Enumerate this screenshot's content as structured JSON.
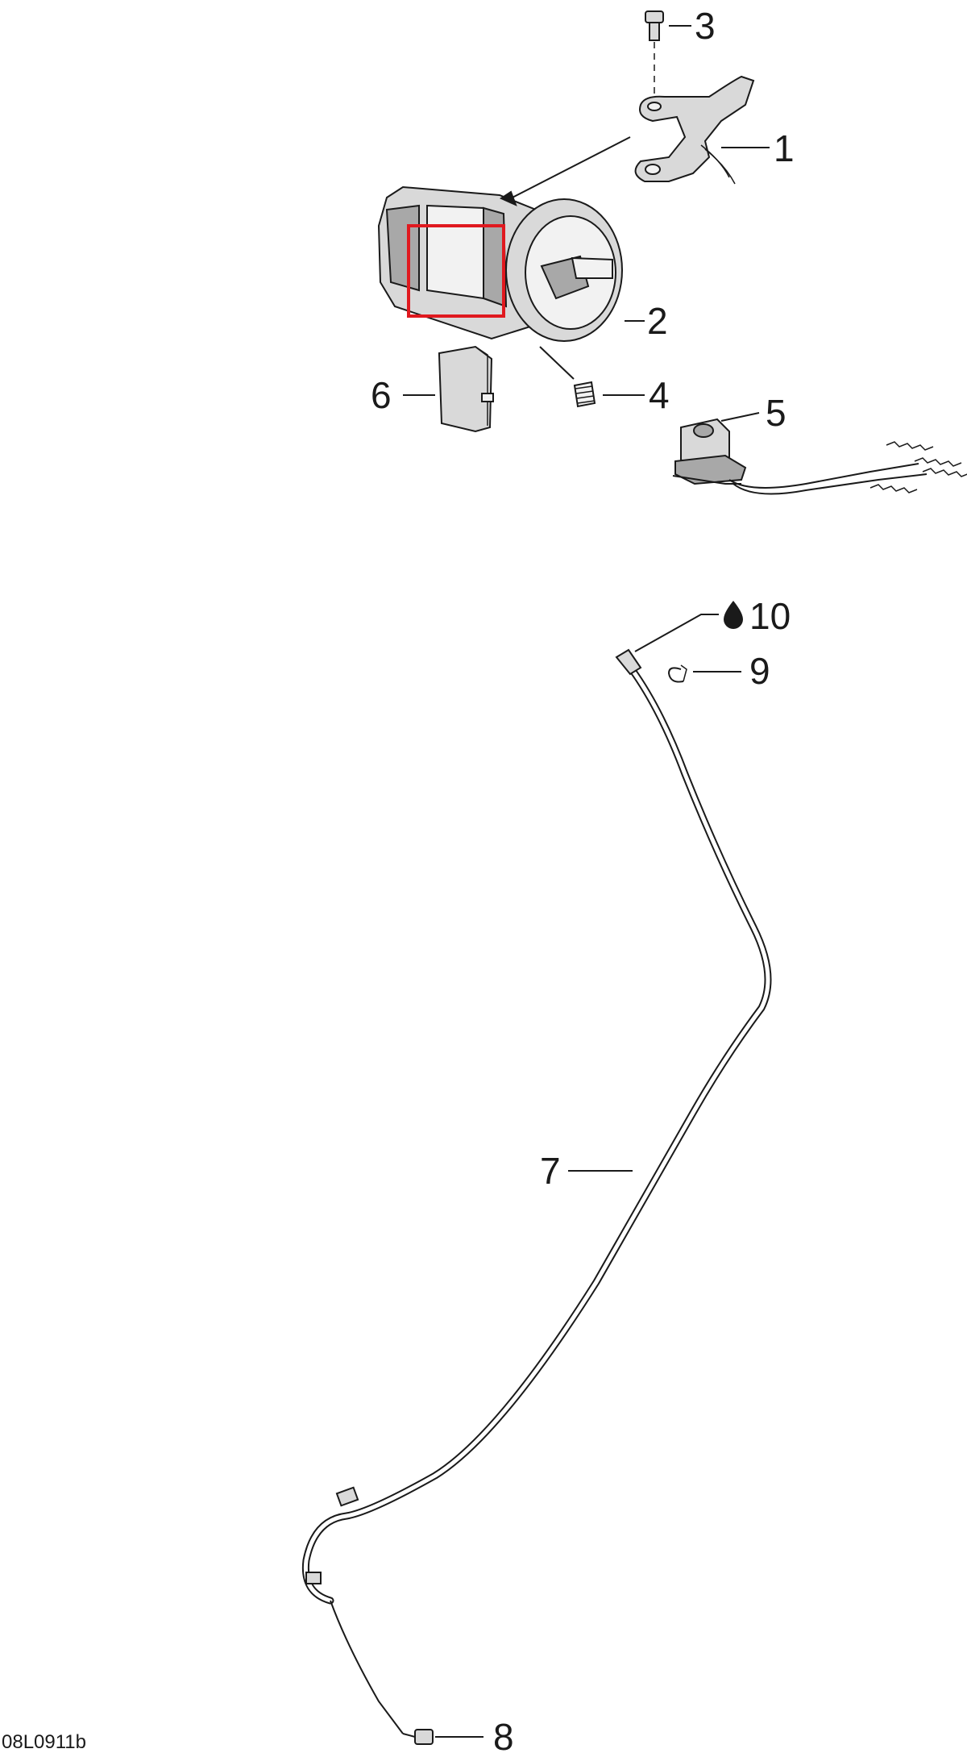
{
  "figure_code": "08L0911b",
  "highlight_color": "#e0191f",
  "callouts": [
    {
      "id": "c1",
      "label": "1"
    },
    {
      "id": "c2",
      "label": "2"
    },
    {
      "id": "c3",
      "label": "3"
    },
    {
      "id": "c4",
      "label": "4"
    },
    {
      "id": "c5",
      "label": "5"
    },
    {
      "id": "c6",
      "label": "6"
    },
    {
      "id": "c7",
      "label": "7"
    },
    {
      "id": "c8",
      "label": "8"
    },
    {
      "id": "c9",
      "label": "9"
    },
    {
      "id": "c10",
      "label": "10",
      "icon": "oil-drop-icon"
    }
  ]
}
